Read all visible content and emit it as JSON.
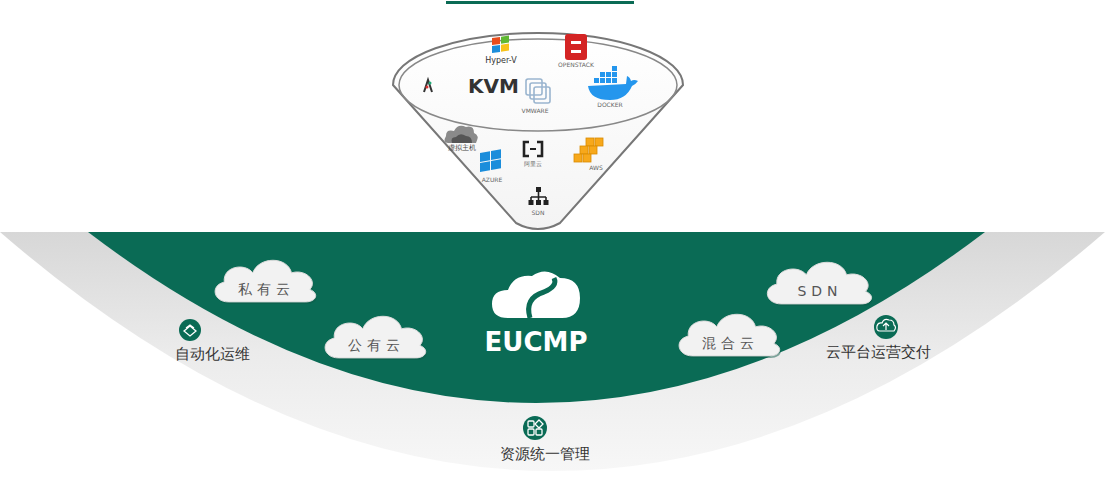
{
  "diagram": {
    "nodes": [
      {
        "text": [
          "Hyper-V",
          "OPENSTACK",
          "KVM",
          "VMWARE",
          "DOCKER",
          "虚拟主机",
          "AZURE",
          "阿里云",
          "AWS",
          "SDN"
        ]
      },
      {
        "text": [
          "自动化运维",
          "资源统一管理",
          "云平台运营交付"
        ]
      },
      {
        "text": [
          "EUCMP"
        ],
        "in": 1
      },
      {
        "text": [
          "私有云"
        ],
        "in": 2
      },
      {
        "text": [
          "公有云"
        ],
        "in": 2
      },
      {
        "text": [
          "混合云"
        ],
        "in": 2
      },
      {
        "text": [
          "SDN"
        ],
        "in": 2
      }
    ]
  }
}
